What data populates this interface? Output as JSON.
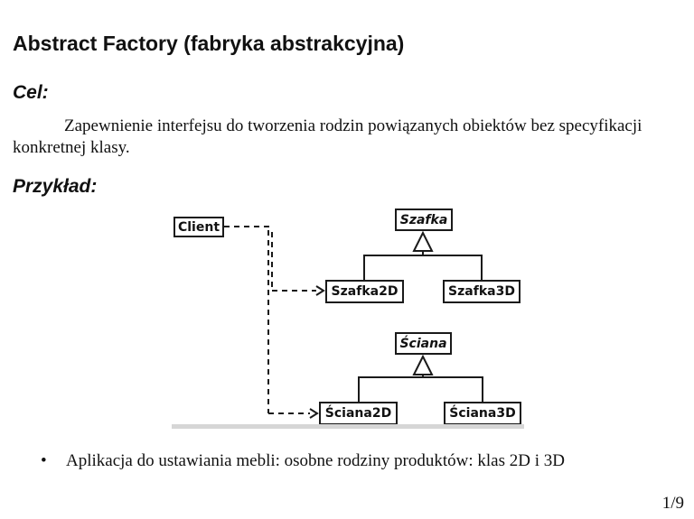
{
  "slide": {
    "title": "Abstract Factory (fabryka abstrakcyjna)",
    "goal": {
      "heading": "Cel:",
      "lines": [
        "Zapewnienie interfejsu do tworzenia rodzin powiązanych obiektów bez specyfikacji",
        "konkretnej klasy."
      ]
    },
    "example": {
      "heading": "Przykład:"
    },
    "bullet": {
      "glyph": "•",
      "text": "Aplikacja do ustawiania mebli: osobne rodziny produktów: klas 2D i 3D"
    },
    "page_number": "1/9"
  },
  "diagram": {
    "type": "uml-class-diagram",
    "stroke_color": "#1a1a1a",
    "box_bg": "#ffffff",
    "nodes": {
      "client": "Client",
      "szafka": "Szafka",
      "szafka2d": "Szafka2D",
      "szafka3d": "Szafka3D",
      "sciana": "Ściana",
      "sciana2d": "Ściana2D",
      "sciana3d": "Ściana3D"
    },
    "relations": [
      "Szafka2D —▷ Szafka",
      "Szafka3D —▷ Szafka",
      "Ściana2D —▷ Ściana",
      "Ściana3D —▷ Ściana",
      "Client - -> Szafka2D",
      "Client - -> Ściana2D"
    ]
  }
}
